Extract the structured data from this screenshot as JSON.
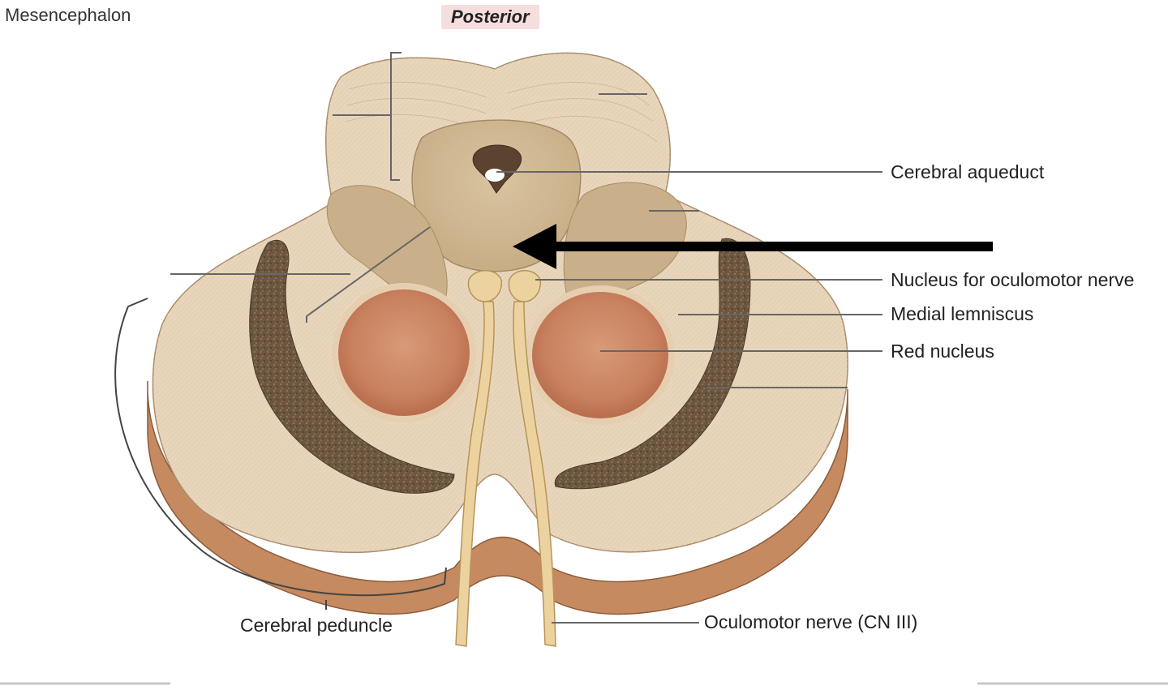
{
  "figure": {
    "region_title": "Mesencephalon",
    "orientation_label": "Posterior"
  },
  "labels": {
    "cerebral_aqueduct": "Cerebral aqueduct",
    "nucleus_oculomotor": "Nucleus for oculomotor nerve",
    "medial_lemniscus": "Medial lemniscus",
    "red_nucleus": "Red nucleus",
    "oculomotor_nerve": "Oculomotor nerve (CN III)",
    "cerebral_peduncle": "Cerebral peduncle"
  },
  "colors": {
    "tissue_light": "#e8d6bc",
    "tissue_mid": "#d9c09c",
    "tissue_side": "#c58a60",
    "gray_matter": "#cdb38c",
    "substantia_nigra": "#6e5a44",
    "red_nucleus": "#c9805e",
    "nerve": "#ecd29e",
    "leader_line": "#666666",
    "arrow": "#000000",
    "orientation_bg": "#f6dede"
  }
}
